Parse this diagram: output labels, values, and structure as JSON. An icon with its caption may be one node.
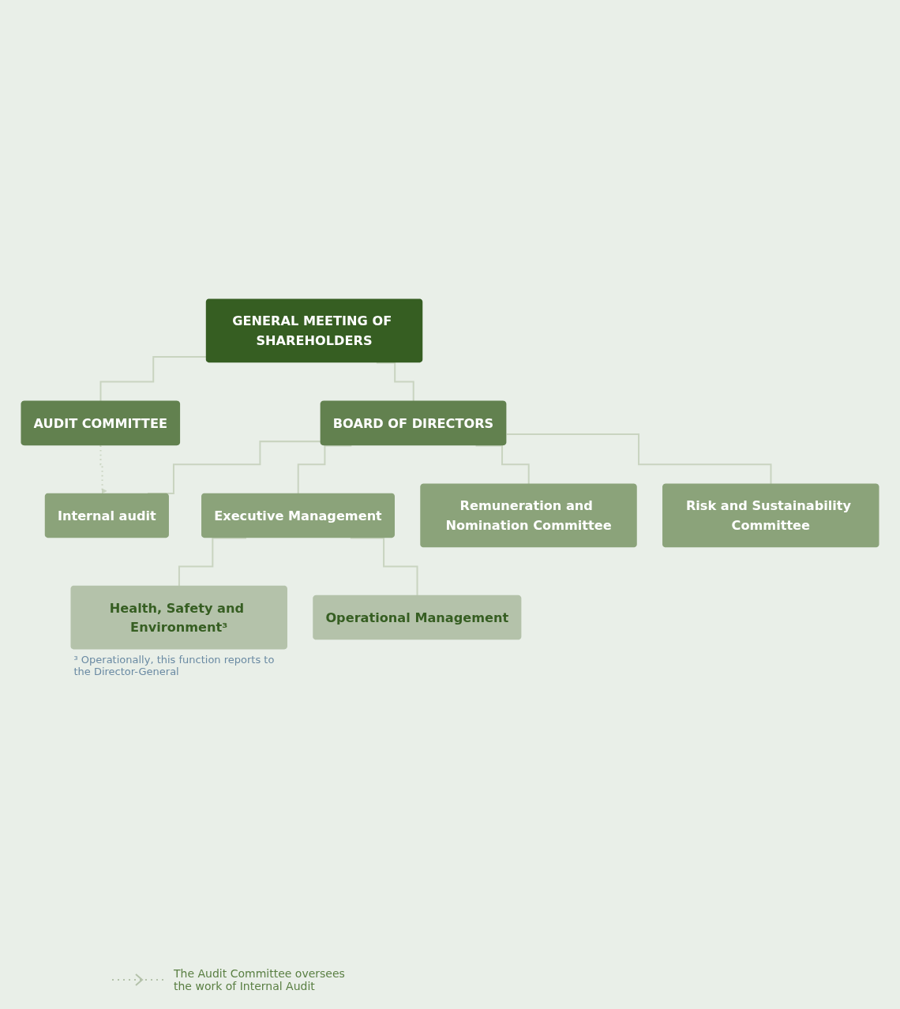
{
  "diagram": {
    "nodes": [
      {
        "text": [
          "GENERAL MEETING OF SHAREHOLDERS"
        ]
      },
      {
        "text": [
          "BOARD OF DIRECTORS"
        ]
      },
      {
        "text": [
          "AUDIT COMMITTEE"
        ]
      },
      {
        "text": [
          "Internal audit"
        ]
      },
      {
        "text": [
          "Executive Management"
        ]
      },
      {
        "text": [
          "Remuneration and Nomination Committee"
        ]
      },
      {
        "text": [
          "Risk and Sustainability Committee"
        ]
      },
      {
        "text": [
          "Health, Safety and Environment³"
        ],
        "beside": [
          "³ Operationally, this function reports to the Director-General"
        ]
      },
      {
        "text": [
          "Operational Management"
        ]
      }
    ],
    "edges": [
      {
        "from": 0,
        "to": 1,
        "arrow": "none"
      },
      {
        "from": 0,
        "to": 2,
        "arrow": "none"
      },
      {
        "from": 2,
        "to": 3,
        "arrow": "to",
        "style": "dashed"
      },
      {
        "from": 1,
        "to": 3,
        "arrow": "none"
      },
      {
        "from": 1,
        "to": 4,
        "arrow": "none"
      },
      {
        "from": 1,
        "to": 5,
        "arrow": "none"
      },
      {
        "from": 1,
        "to": 6,
        "arrow": "none"
      },
      {
        "from": 4,
        "to": 7,
        "arrow": "none"
      },
      {
        "from": 4,
        "to": 8,
        "arrow": "none"
      }
    ],
    "legend": [
      {
        "text": "The Audit Committee oversees the work of Internal Audit"
      }
    ]
  }
}
